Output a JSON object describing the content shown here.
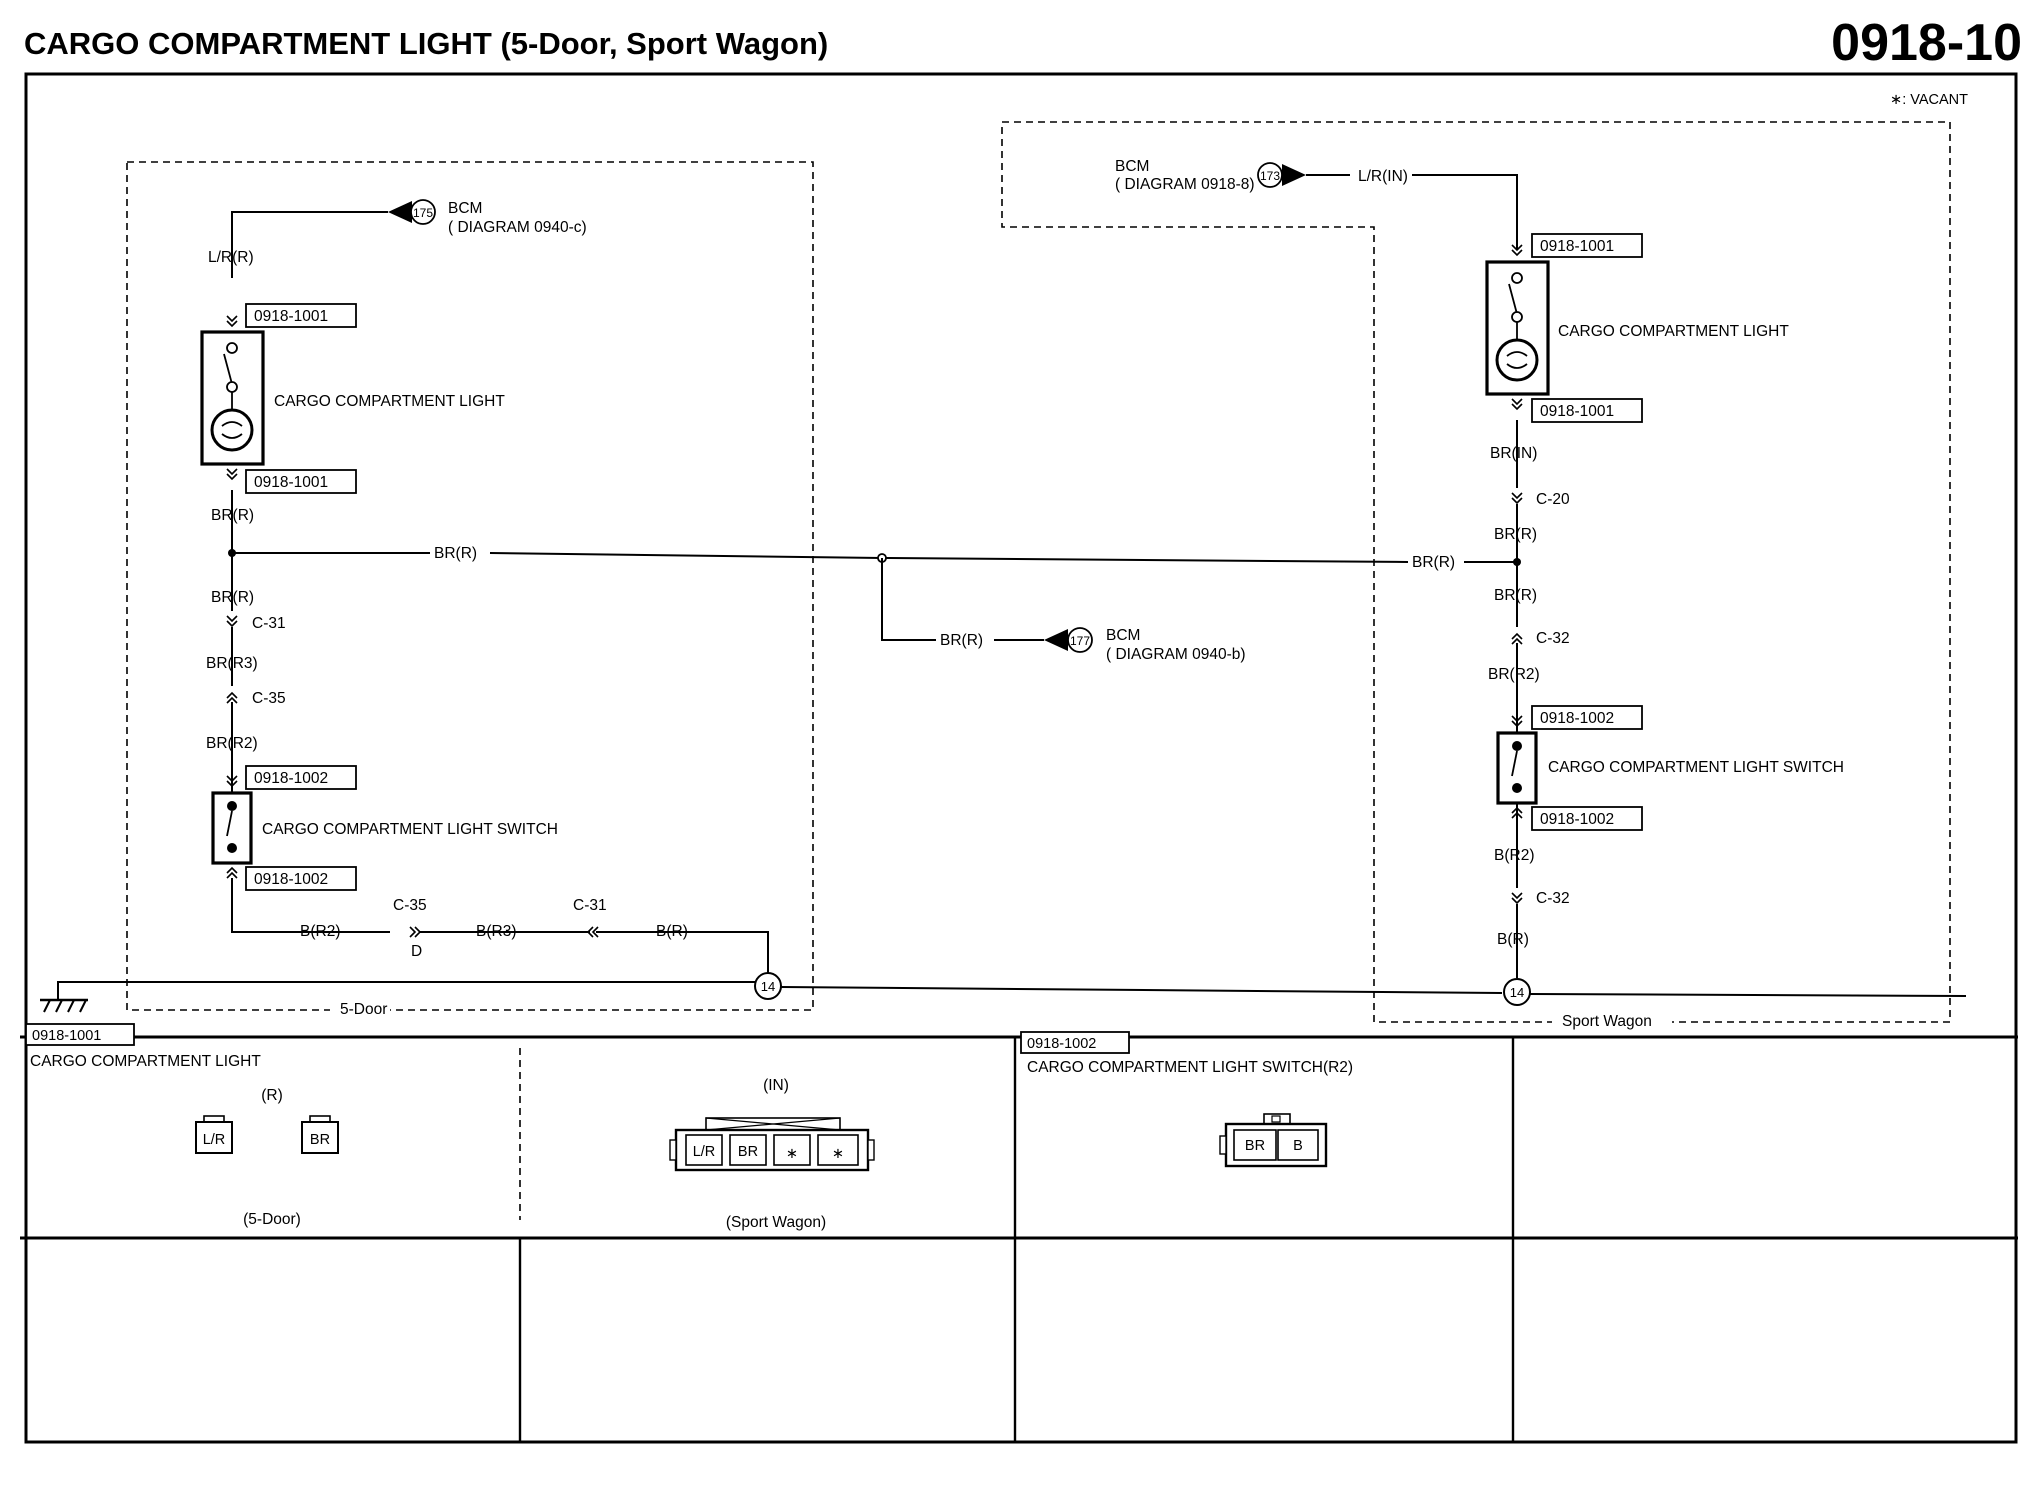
{
  "header": {
    "title": "CARGO COMPARTMENT LIGHT (5-Door, Sport Wagon)",
    "page_number": "0918-10"
  },
  "legend": {
    "vacant": "∗: VACANT"
  },
  "five_door": {
    "area_label": "5-Door",
    "bcm_ref": "175",
    "bcm_label": "BCM",
    "bcm_diagram": "( DIAGRAM 0940-c)",
    "wire_lr": "L/R(R)",
    "conn_light_top": "0918-1001",
    "conn_light_bottom": "0918-1001",
    "light_label": "CARGO COMPARTMENT LIGHT",
    "wire_br_1": "BR(R)",
    "wire_br_2": "BR(R)",
    "c31": "C-31",
    "wire_br_r3": "BR(R3)",
    "c35": "C-35",
    "wire_br_r2": "BR(R2)",
    "conn_switch_top": "0918-1002",
    "conn_switch_bottom": "0918-1002",
    "switch_label": "CARGO COMPARTMENT LIGHT SWITCH",
    "wire_b_r2": "B(R2)",
    "c35_b": "C-35",
    "c35_pin": "D",
    "wire_b_r3": "B(R3)",
    "c31_b": "C-31",
    "wire_b_r": "B(R)",
    "ground_ref": "14"
  },
  "shared": {
    "wire_br_main": "BR(R)",
    "wire_br_right": "BR(R)",
    "wire_br_bcm": "BR(R)",
    "bcm_ref": "177",
    "bcm_label": "BCM",
    "bcm_diagram": "( DIAGRAM 0940-b)"
  },
  "sport_wagon": {
    "area_label": "Sport Wagon",
    "bcm_ref": "173",
    "bcm_label": "BCM",
    "bcm_diagram": "( DIAGRAM 0918-8)",
    "wire_lr": "L/R(IN)",
    "conn_light_top": "0918-1001",
    "conn_light_bottom": "0918-1001",
    "light_label": "CARGO COMPARTMENT LIGHT",
    "wire_br_in": "BR(IN)",
    "c20": "C-20",
    "wire_br_1": "BR(R)",
    "wire_br_2": "BR(R)",
    "c32_a": "C-32",
    "wire_br_r2": "BR(R2)",
    "conn_switch_top": "0918-1002",
    "conn_switch_bottom": "0918-1002",
    "switch_label": "CARGO COMPARTMENT LIGHT SWITCH",
    "wire_b_r2": "B(R2)",
    "c32_b": "C-32",
    "wire_b_r": "B(R)",
    "ground_ref": "14"
  },
  "connector_views": {
    "light": {
      "code": "0918-1001",
      "title": "CARGO COMPARTMENT LIGHT",
      "five_door_side": "(R)",
      "five_door_pins": [
        "L/R",
        "BR"
      ],
      "five_door_caption": "(5-Door)",
      "wagon_side": "(IN)",
      "wagon_pins": [
        "L/R",
        "BR",
        "∗",
        "∗"
      ],
      "wagon_caption": "(Sport Wagon)"
    },
    "switch": {
      "code": "0918-1002",
      "title": "CARGO COMPARTMENT LIGHT SWITCH(R2)",
      "pins": [
        "BR",
        "B"
      ]
    }
  }
}
